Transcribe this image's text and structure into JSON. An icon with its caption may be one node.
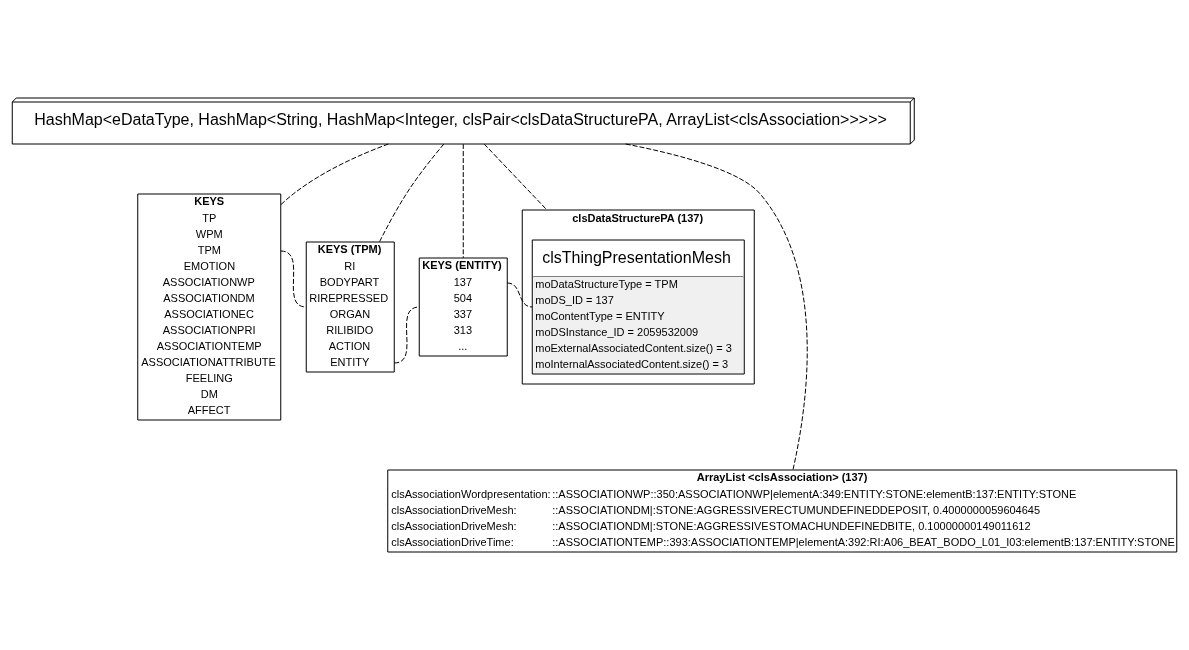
{
  "diagram": {
    "nodes": [
      {
        "text": [
          "HashMap<eDataType, HashMap<String, HashMap<Integer, clsPair<clsDataStructurePA, ArrayList<clsAssociation>>>>>"
        ]
      },
      {
        "text": [
          "KEYS",
          "TP",
          "WPM",
          "TPM",
          "EMOTION",
          "ASSOCIATIONWP",
          "ASSOCIATIONDM",
          "ASSOCIATIONEC",
          "ASSOCIATIONPRI",
          "ASSOCIATIONTEMP",
          "ASSOCIATIONATTRIBUTE",
          "FEELING",
          "DM",
          "AFFECT"
        ]
      },
      {
        "text": [
          "KEYS (TPM)",
          "RI",
          "BODYPART",
          "RIREPRESSED",
          "ORGAN",
          "RILIBIDO",
          "ACTION",
          "ENTITY"
        ]
      },
      {
        "text": [
          "KEYS (ENTITY)",
          "137",
          "504",
          "337",
          "313",
          "..."
        ]
      },
      {
        "text": [
          "clsDataStructurePA (137)"
        ]
      },
      {
        "text": [
          "clsThingPresentationMesh",
          "moDataStructureType = TPM",
          "moDS_ID = 137",
          "moContentType = ENTITY",
          "moDSInstance_ID = 2059532009",
          "moExternalAssociatedContent.size() = 3",
          "moInternalAssociatedContent.size() = 3"
        ],
        "in": 4
      },
      {
        "text": [
          "ArrayList <clsAssociation> (137)",
          "clsAssociationWordpresentation:",
          "::ASSOCIATIONWP::350:ASSOCIATIONWP|elementA:349:ENTITY:STONE:elementB:137:ENTITY:STONE",
          "clsAssociationDriveMesh:",
          "::ASSOCIATIONDM|:STONE:AGGRESSIVERECTUMUNDEFINEDDEPOSIT, 0.4000000059604645",
          "clsAssociationDriveMesh:",
          "::ASSOCIATIONDM|:STONE:AGGRESSIVESTOMACHUNDEFINEDBITE, 0.10000000149011612",
          "clsAssociationDriveTime:",
          "::ASSOCIATIONTEMP::393:ASSOCIATIONTEMP|elementA:392:RI:A06_BEAT_BODO_L01_I03:elementB:137:ENTITY:STONE"
        ]
      }
    ],
    "edges": [
      {
        "from": 0,
        "to": 1,
        "arrow": "none",
        "style": "dashed"
      },
      {
        "from": 0,
        "to": 2,
        "arrow": "none",
        "style": "dashed"
      },
      {
        "from": 0,
        "to": 3,
        "arrow": "none",
        "style": "dashed"
      },
      {
        "from": 0,
        "to": 4,
        "arrow": "none",
        "style": "dashed"
      },
      {
        "from": 0,
        "to": 6,
        "arrow": "none",
        "style": "dashed"
      },
      {
        "from": 1,
        "to": 2,
        "arrow": "none",
        "style": "dashed"
      },
      {
        "from": 2,
        "to": 3,
        "arrow": "none",
        "style": "dashed"
      },
      {
        "from": 3,
        "to": 5,
        "arrow": "none",
        "style": "dashed"
      }
    ]
  }
}
